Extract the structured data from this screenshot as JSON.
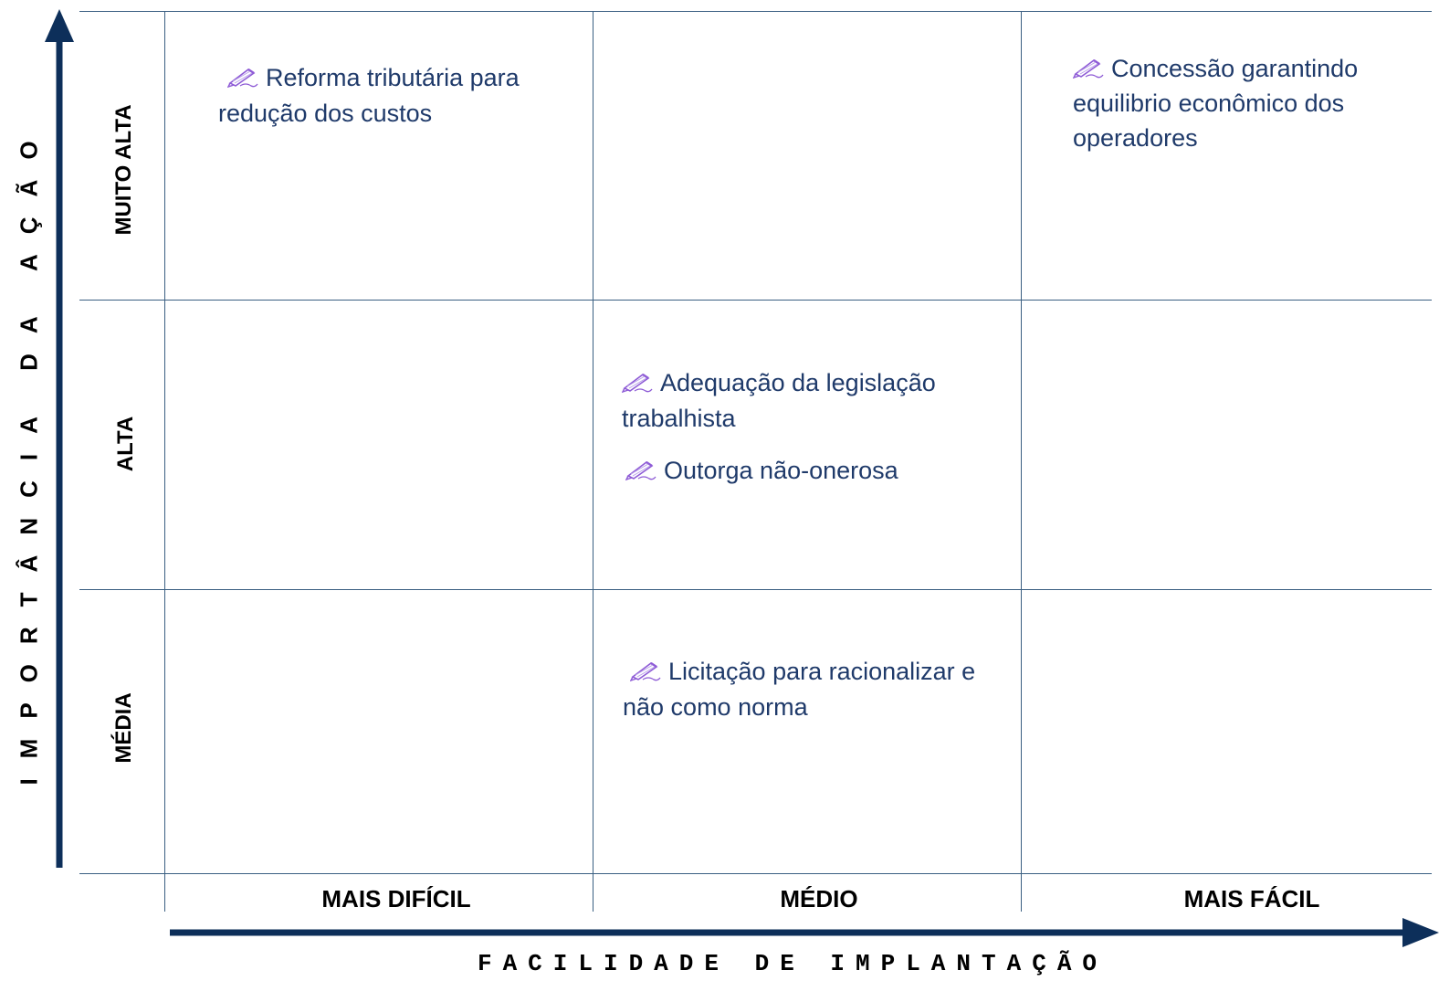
{
  "axes": {
    "y_title": "IMPORTÂNCIA DA AÇÃO",
    "x_title": "FACILIDADE DE IMPLANTAÇÃO"
  },
  "rows": [
    "MUITO ALTA",
    "ALTA",
    "MÉDIA"
  ],
  "columns": [
    "MAIS DIFÍCIL",
    "MÉDIO",
    "MAIS FÁCIL"
  ],
  "items": {
    "reforma": "Reforma tributária para redução dos custos",
    "concessao": "Concessão garantindo equilibrio econômico dos operadores",
    "adequacao": "Adequação da legislação trabalhista",
    "outorga": "Outorga não-onerosa",
    "licitacao": "Licitação para racionalizar e não como norma"
  },
  "icon": "writing-hand-icon",
  "colors": {
    "axis": "#0d2f5a",
    "grid": "#3a5f82",
    "item_text": "#1f3a6a",
    "icon": "#8e5bd6"
  }
}
